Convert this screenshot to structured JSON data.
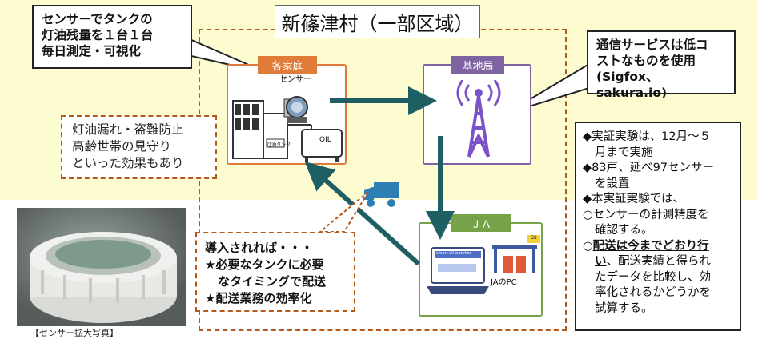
{
  "title": "新篠津村（一部区域）",
  "callout_top_left": [
    "センサーでタンクの",
    "灯油残量を１台１台",
    "毎日測定・可視化"
  ],
  "callout_top_right": [
    "通信サービスは低コ",
    "ストなものを使用",
    "(Sigfox、sakura.io)"
  ],
  "effects": [
    "灯油漏れ・盗難防止",
    "高齢世帯の見守り",
    "といった効果もあり"
  ],
  "nodes": {
    "household": {
      "tag": "各家庭",
      "sensor_label": "センサー",
      "oil_label": "OIL",
      "door_label": "灯油タンク"
    },
    "base_station": {
      "tag": "基地局"
    },
    "ja": {
      "tag": "ＪＡ",
      "pc_label": "JAのPC",
      "screen_text": "smart oil watcher",
      "badge": "SS"
    }
  },
  "info_box": {
    "line1": "◆実証実験は、12月～５",
    "line2": "月まで実施",
    "line3": "◆83戸、延べ97センサー",
    "line4": "を設置",
    "line5": "◆本実証実験では、",
    "line6": "○センサーの計測精度を",
    "line7": "確認する。",
    "line8a": "○",
    "line8b": "配送は今までどおり行",
    "line9a": "い",
    "line9b": "、配送実績と得られ",
    "line10": "たデータを比較し、効",
    "line11": "率化されるかどうかを",
    "line12": "試算する。"
  },
  "intro_box": {
    "line1": "導入されれば・・・",
    "line2": "★必要なタンクに必要",
    "line3": "なタイミングで配送",
    "line4": "★配送業務の効率化"
  },
  "photo_caption": "【センサー拡大写真】",
  "colors": {
    "orange": "#e07b39",
    "purple": "#8064a2",
    "green": "#76a34a",
    "arrow": "#1d5f63",
    "dash": "#b35a1a"
  }
}
